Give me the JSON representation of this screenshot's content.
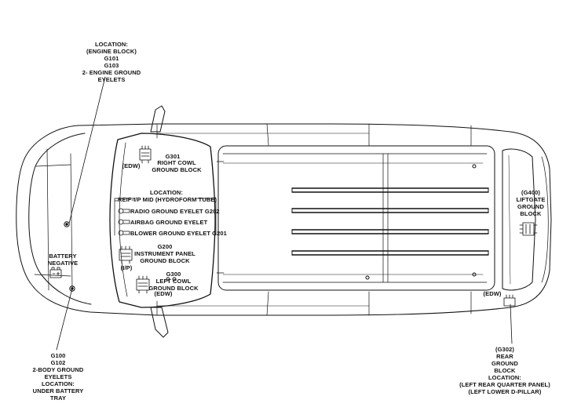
{
  "engine_block": {
    "lines": [
      "LOCATION:",
      "(ENGINE BLOCK)",
      "G101",
      "G103",
      "2- ENGINE GROUND",
      "EYELETS"
    ]
  },
  "right_cowl": {
    "id": "G301",
    "lines": [
      "RIGHT COWL",
      "GROUND BLOCK"
    ],
    "tag": "(EDW)"
  },
  "ip_mid": {
    "lines": [
      "LOCATION:",
      "REIF-I/P MID (HYDROFORM TUBE)"
    ],
    "eyelets": [
      {
        "label": "RADIO GROUND EYELET G202"
      },
      {
        "label": "AIRBAG GROUND EYELET"
      },
      {
        "label": "BLOWER GROUND EYELET G201"
      }
    ]
  },
  "instrument_panel": {
    "lines": [
      "G200",
      "INSTRUMENT PANEL",
      "GROUND BLOCK"
    ],
    "tag": "(I/P)"
  },
  "left_cowl": {
    "lines": [
      "G300",
      "LEFT COWL",
      "GROUND BLOCK"
    ],
    "tag": "(EDW)"
  },
  "battery_negative": {
    "lines": [
      "BATTERY",
      "NEGATIVE"
    ]
  },
  "battery_tray": {
    "lines": [
      "G100",
      "G102",
      "2-BODY GROUND",
      "EYELETS",
      "LOCATION:",
      "UNDER BATTERY",
      "TRAY"
    ]
  },
  "liftgate": {
    "lines": [
      "(G400)",
      "LIFTGATE",
      "GROUND",
      "BLOCK"
    ]
  },
  "rear_ground": {
    "tag": "(EDW)",
    "lines": [
      "(G302)",
      "REAR",
      "GROUND",
      "BLOCK",
      "LOCATION:",
      "(LEFT REAR QUARTER PANEL)",
      "(LEFT LOWER D-PILLAR)"
    ]
  }
}
